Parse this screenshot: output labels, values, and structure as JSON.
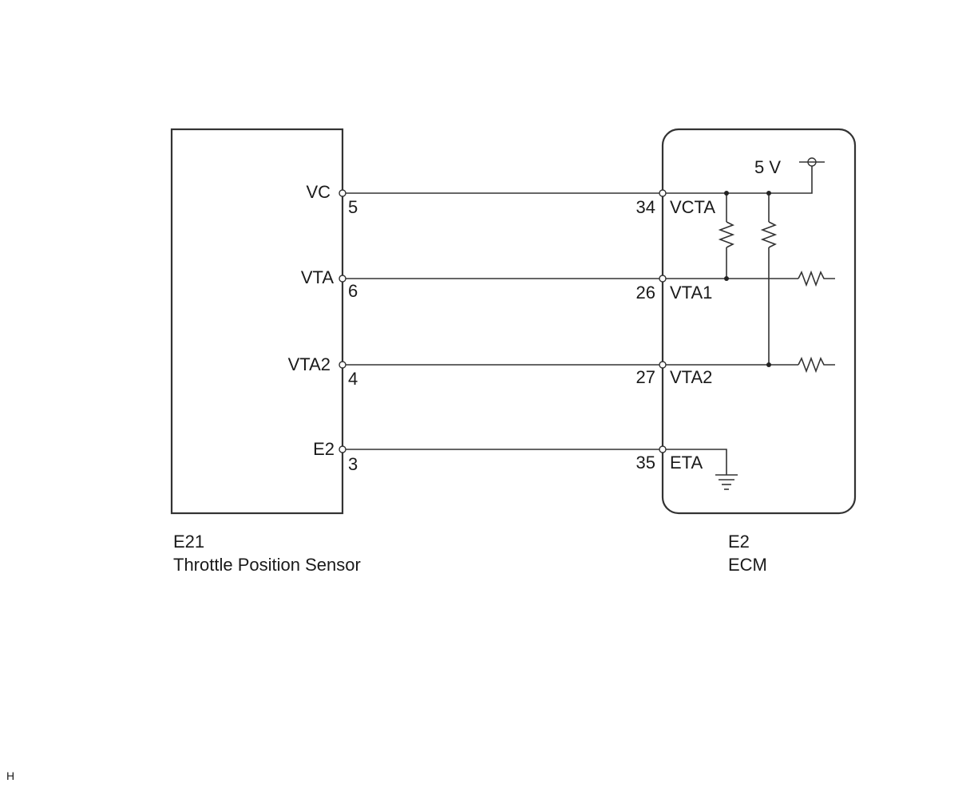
{
  "sensor": {
    "connector": "E21",
    "name": "Throttle Position Sensor",
    "pins": [
      {
        "label": "VC",
        "number": "5"
      },
      {
        "label": "VTA",
        "number": "6"
      },
      {
        "label": "VTA2",
        "number": "4"
      },
      {
        "label": "E2",
        "number": "3"
      }
    ]
  },
  "ecm": {
    "connector": "E2",
    "name": "ECM",
    "supply": "5 V",
    "pins": [
      {
        "label": "VCTA",
        "number": "34"
      },
      {
        "label": "VTA1",
        "number": "26"
      },
      {
        "label": "VTA2",
        "number": "27"
      },
      {
        "label": "ETA",
        "number": "35"
      }
    ]
  },
  "corner_mark": "H",
  "colors": {
    "line": "#333333",
    "text": "#1a1a1a"
  }
}
